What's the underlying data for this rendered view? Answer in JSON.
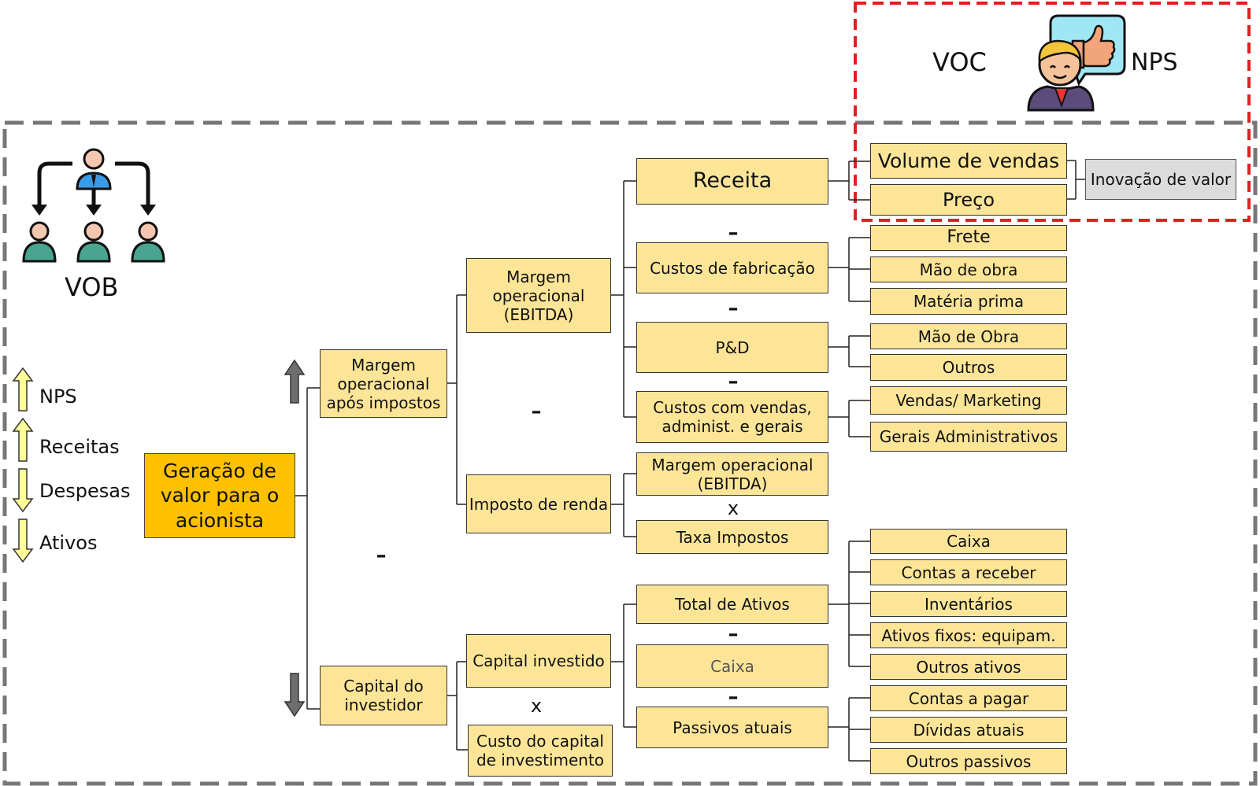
{
  "colors": {
    "box": "#fde598",
    "root": "#ffc000",
    "gray_box": "#dcdcdc",
    "voc_frame": "#e02020",
    "frame": "#777777"
  },
  "icons": {
    "vob": "hierarchy-people-icon",
    "voc": "customer-thumbs-up-icon",
    "arrow_up": "arrow-up-icon",
    "arrow_down": "arrow-down-icon"
  },
  "header": {
    "voc": "VOC",
    "nps": "NPS",
    "vob": "VOB"
  },
  "legend": [
    {
      "label": "NPS",
      "direction": "up"
    },
    {
      "label": "Receitas",
      "direction": "up"
    },
    {
      "label": "Despesas",
      "direction": "down"
    },
    {
      "label": "Ativos",
      "direction": "down"
    }
  ],
  "tree": {
    "root": "Geração de valor para o acionista",
    "margem_apos_impostos": "Margem operacional após impostos",
    "capital_investidor": "Capital do investidor",
    "margem_ebitda": "Margem operacional (EBITDA)",
    "imposto_renda": "Imposto de renda",
    "capital_investido": "Capital investido",
    "custo_capital": "Custo do capital de investimento",
    "receita": "Receita",
    "custos_fabricacao": "Custos de fabricação",
    "pd": "P&D",
    "custos_vendas": "Custos com vendas, administ. e gerais",
    "margem_ebitda_2": "Margem operacional (EBITDA)",
    "taxa_impostos": "Taxa Impostos",
    "total_ativos": "Total de Ativos",
    "caixa": "Caixa",
    "passivos_atuais": "Passivos atuais",
    "volume_vendas": "Volume de vendas",
    "preco": "Preço",
    "inovacao_valor": "Inovação de valor",
    "frete": "Frete",
    "mao_obra": "Mão de obra",
    "materia_prima": "Matéria prima",
    "mao_obra_2": "Mão de Obra",
    "outros": "Outros",
    "vendas_marketing": "Vendas/ Marketing",
    "gerais_admin": "Gerais Administrativos",
    "caixa_2": "Caixa",
    "contas_receber": "Contas a receber",
    "inventarios": "Inventários",
    "ativos_fixos": "Ativos fixos: equipam.",
    "outros_ativos": "Outros ativos",
    "contas_pagar": "Contas a pagar",
    "dividas_atuais": "Dívidas atuais",
    "outros_passivos": "Outros passivos"
  },
  "operators": {
    "minus": "–",
    "times": "x"
  }
}
